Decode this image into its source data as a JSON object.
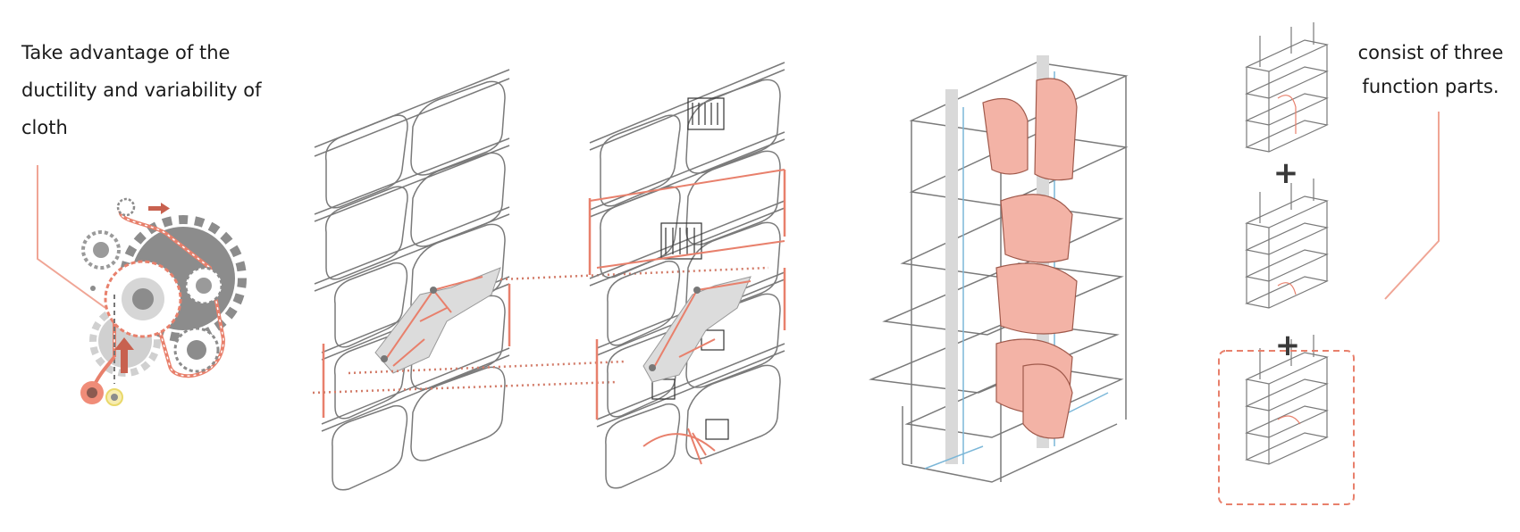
{
  "left_caption": {
    "line1": "Take advantage of the",
    "line2": "ductility and variability of",
    "line3": "cloth"
  },
  "right_caption": {
    "line1": "consist of three",
    "line2": "function parts."
  },
  "operators": {
    "plus_1": "+",
    "plus_2": "+"
  },
  "colors": {
    "accent": "#e8806c",
    "accent_fill": "#f3b3a6",
    "line": "#7a7a7a",
    "shade": "#d9d9d9"
  }
}
